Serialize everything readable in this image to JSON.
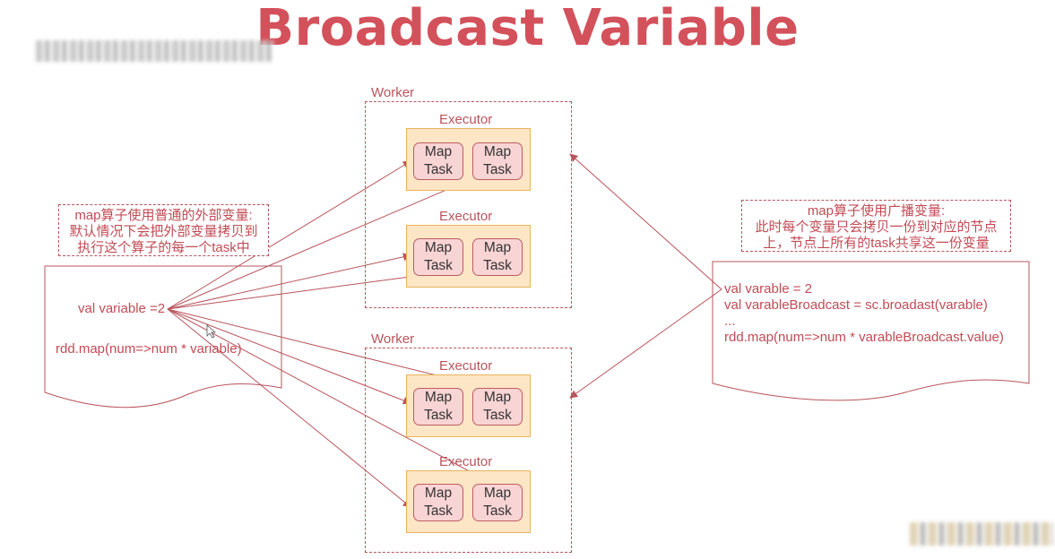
{
  "title": "Broadcast Variable",
  "workers": [
    {
      "label": "Worker",
      "executors": [
        {
          "label": "Executor",
          "tasks": [
            [
              "Map",
              "Task"
            ],
            [
              "Map",
              "Task"
            ]
          ]
        },
        {
          "label": "Executor",
          "tasks": [
            [
              "Map",
              "Task"
            ],
            [
              "Map",
              "Task"
            ]
          ]
        }
      ]
    },
    {
      "label": "Worker",
      "executors": [
        {
          "label": "Executor",
          "tasks": [
            [
              "Map",
              "Task"
            ],
            [
              "Map",
              "Task"
            ]
          ]
        },
        {
          "label": "Executor",
          "tasks": [
            [
              "Map",
              "Task"
            ],
            [
              "Map",
              "Task"
            ]
          ]
        }
      ]
    }
  ],
  "left_note": [
    "map算子使用普通的外部变量:",
    "默认情况下会把外部变量拷贝到",
    "执行这个算子的每一个task中"
  ],
  "left_code": {
    "line1": "val variable =2",
    "line2": "rdd.map(num=>num * variable)"
  },
  "right_note": [
    "map算子使用广播变量:",
    "此时每个变量只会拷贝一份到对应的节点",
    "上，节点上所有的task共享这一份变量"
  ],
  "right_code": [
    "val varable = 2",
    "val varableBroadcast = sc.broadast(varable)",
    "...",
    "rdd.map(num=>num * varableBroadcast.value)"
  ],
  "colors": {
    "title": "#d3515b",
    "line": "#b8545c",
    "executor_fill": "#fde6c5",
    "executor_border": "#e8b45c",
    "task_fill": "#f9d4d4",
    "task_border": "#bd5c63"
  }
}
